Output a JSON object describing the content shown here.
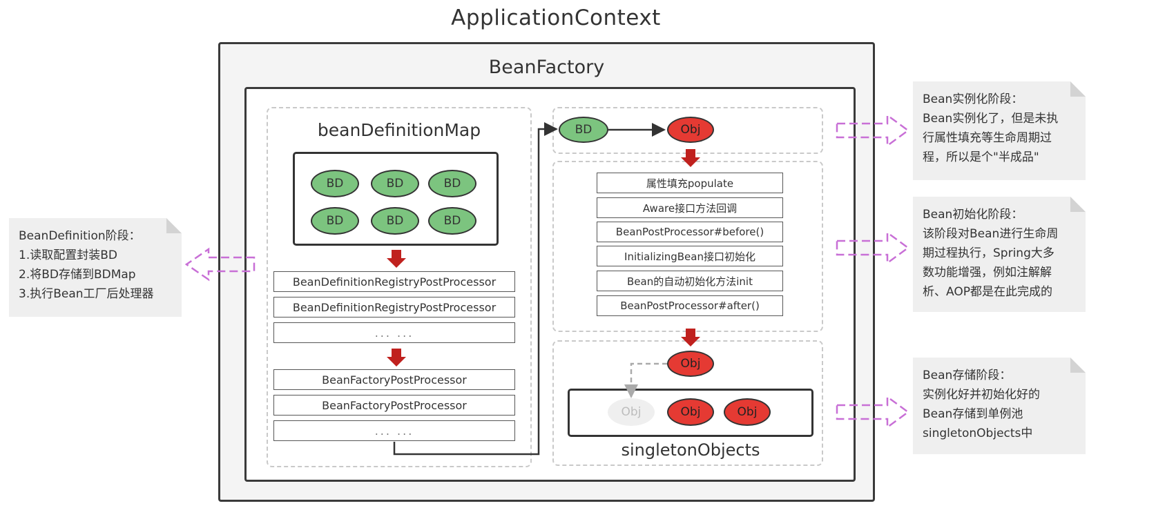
{
  "application_context": {
    "title": "ApplicationContext"
  },
  "bean_factory": {
    "title": "BeanFactory"
  },
  "bean_definition_map": {
    "title": "beanDefinitionMap",
    "items": [
      "BD",
      "BD",
      "BD",
      "BD",
      "BD",
      "BD"
    ]
  },
  "registry_post_processors": [
    "BeanDefinitionRegistryPostProcessor",
    "BeanDefinitionRegistryPostProcessor",
    "... ..."
  ],
  "factory_post_processors": [
    "BeanFactoryPostProcessor",
    "BeanFactoryPostProcessor",
    "... ..."
  ],
  "instantiation": {
    "from": "BD",
    "to": "Obj"
  },
  "init_steps": [
    "属性填充populate",
    "Aware接口方法回调",
    "BeanPostProcessor#before()",
    "InitializingBean接口初始化",
    "Bean的自动初始化方法init",
    "BeanPostProcessor#after()"
  ],
  "storage": {
    "incoming": "Obj",
    "pool": [
      "Obj",
      "Obj",
      "Obj"
    ],
    "title": "singletonObjects"
  },
  "notes": {
    "bean_definition": [
      "BeanDefinition阶段：",
      "1.读取配置封装BD",
      "2.将BD存储到BDMap",
      "3.执行Bean工厂后处理器"
    ],
    "instantiation": [
      "Bean实例化阶段：",
      "Bean实例化了，但是未执",
      "行属性填充等生命周期过",
      "程，所以是个\"半成品\""
    ],
    "initialization": [
      "Bean初始化阶段：",
      "该阶段对Bean进行生命周",
      "期过程执行，Spring大多",
      "数功能增强，例如注解解",
      "析、AOP都是在此完成的"
    ],
    "storage": [
      "Bean存储阶段：",
      "实例化好并初始化好的",
      "Bean存储到单例池",
      "singletonObjects中"
    ]
  },
  "colors": {
    "green": "#7cc47f",
    "red": "#e53a33",
    "arrow_red": "#c0211e",
    "dashed_purple": "#c86fd6"
  }
}
